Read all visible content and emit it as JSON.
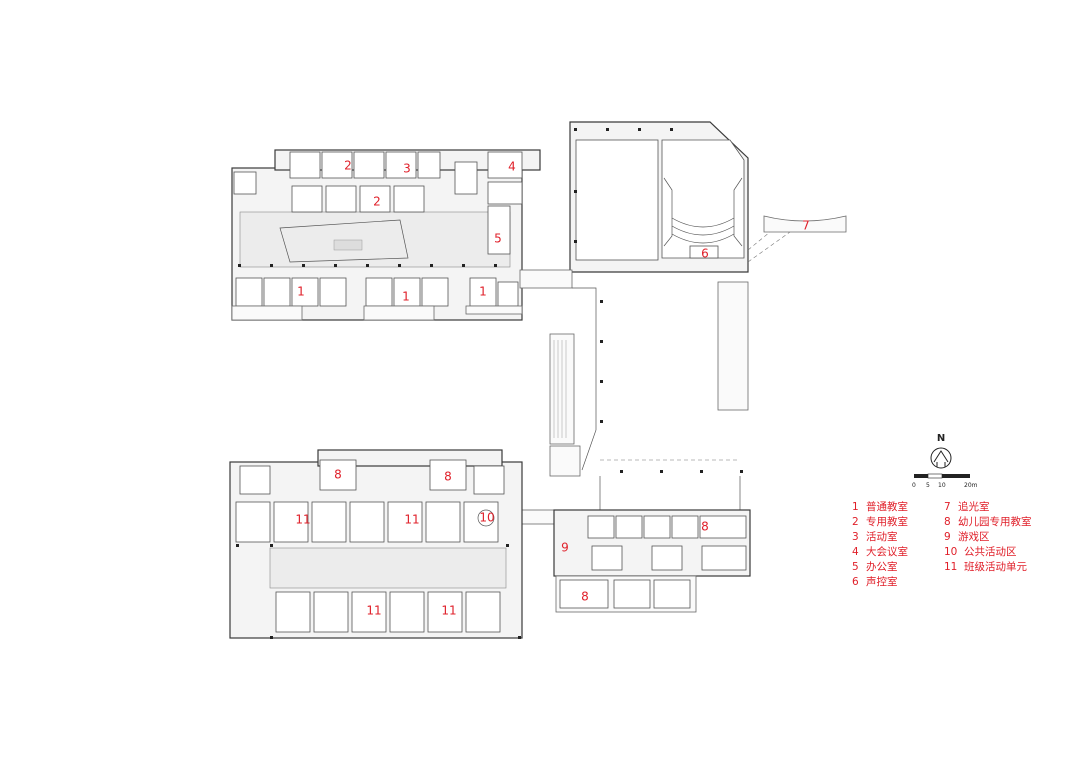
{
  "labels": {
    "l1": "1",
    "l2": "2",
    "l3": "3",
    "l4": "4",
    "l5": "5",
    "l6": "6",
    "l7": "7",
    "l8": "8",
    "l9": "9",
    "l10": "10",
    "l11": "11"
  },
  "north": "N",
  "scale": [
    "0",
    "5",
    "10",
    "20m"
  ],
  "legend": {
    "left": [
      {
        "num": "1",
        "text": "普通教室"
      },
      {
        "num": "2",
        "text": "专用教室"
      },
      {
        "num": "3",
        "text": "活动室"
      },
      {
        "num": "4",
        "text": "大会议室"
      },
      {
        "num": "5",
        "text": "办公室"
      },
      {
        "num": "6",
        "text": "声控室"
      }
    ],
    "right": [
      {
        "num": "7",
        "text": "追光室"
      },
      {
        "num": "8",
        "text": "幼儿园专用教室"
      },
      {
        "num": "9",
        "text": "游戏区"
      },
      {
        "num": "10",
        "text": "公共活动区"
      },
      {
        "num": "11",
        "text": "班级活动单元"
      }
    ]
  },
  "colors": {
    "label": "#e0202a",
    "line": "#3a3a3a"
  }
}
